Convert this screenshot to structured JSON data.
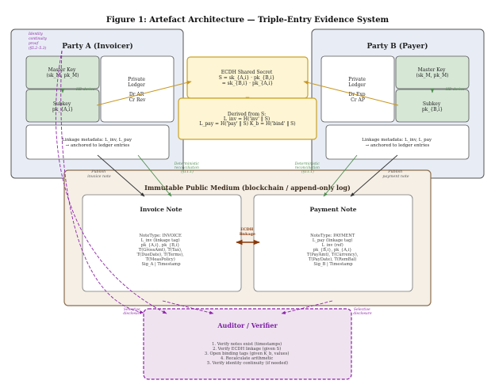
{
  "title": "Figure 1: Artefact Architecture — Triple-Entry Evidence System",
  "identity_note": [
    "Identity",
    "continuity",
    "proof",
    "(§5.2–5.3)"
  ],
  "party_a": {
    "title": "Party A (Invoicer)",
    "master_key": [
      "Master Key",
      "(sk_M, pk_M)"
    ],
    "hd_derive": "HD derive",
    "subkey": [
      "Subkey",
      "pk_{A,i}"
    ],
    "ledger": [
      "Private",
      "Ledger",
      "",
      "Dr AR",
      "Cr Rev"
    ],
    "linkage": [
      "Linkage metadata: L_inv, L_pay",
      "→ anchored to ledger entries"
    ]
  },
  "party_b": {
    "title": "Party B (Payer)",
    "master_key": [
      "Master Key",
      "(sk_M, pk_M)"
    ],
    "hd_derive": "HD derive",
    "subkey": [
      "Subkey",
      "pk_{B,i}"
    ],
    "ledger": [
      "Private",
      "Ledger",
      "",
      "Dr Exp",
      "Cr AP"
    ],
    "linkage": [
      "Linkage metadata: L_inv, L_pay",
      "→ anchored to ledger entries"
    ]
  },
  "ecdh": [
    "ECDH Shared Secret",
    "S = sk_{A,i} · pk_{B,i}",
    "= sk_{B,i} · pk_{A,i}"
  ],
  "derived": [
    "Derived from S:",
    "L_inv = H('inv' ‖ S)",
    "L_pay = H('pay' ‖ S)    K_b = H('bind' ‖ S)"
  ],
  "labels": {
    "publish_invoice": [
      "Publish",
      "invoice note"
    ],
    "publish_payment": [
      "Publish",
      "payment note"
    ],
    "det_recon_a": [
      "Deterministic",
      "reconciliation",
      "(§11.1)"
    ],
    "det_recon_b": [
      "Deterministic",
      "reconciliation",
      "(§11.1)"
    ],
    "selective_a": [
      "Selective",
      "disclosure"
    ],
    "selective_b": [
      "Selective",
      "disclosure"
    ],
    "ecdh_linkage": [
      "ECDH",
      "linkage"
    ]
  },
  "medium": {
    "title": "Immutable Public Medium  (blockchain / append-only log)",
    "invoice": {
      "title": "Invoice Note",
      "lines": [
        "NoteType: INVOICE",
        "L_inv  (linkage tag)",
        "pk_{A,i},  pk_{B,i}",
        "T(GrossAmt), T(Tax),",
        "T(DueDate), T(Terms),",
        "T(MeasPolicy)",
        "Sig_A  |  Timestamp"
      ]
    },
    "payment": {
      "title": "Payment Note",
      "lines": [
        "NoteType: PAYMENT",
        "L_pay  (linkage tag)",
        "L_inv (ref)",
        "pk_{B,i}, pk_{A,i}",
        "T(PayAmt), T(Currency),",
        "T(PayDate), T(RemBal)",
        "Sig_B  |  Timestamp"
      ]
    }
  },
  "auditor": {
    "title": "Auditor / Verifier",
    "steps": [
      "1. Verify notes exist (timestamps)",
      "2. Verify ECDH linkage (given S)",
      "3. Open binding tags (given K_b, values)",
      "4. Recalculate arithmetic",
      "5. Verify identity continuity (if needed)"
    ]
  },
  "colors": {
    "party_fill": "#e8edf5",
    "key_fill": "#d6e7d6",
    "secret_fill": "#fdf5d3",
    "secret_stroke": "#c9a227",
    "medium_fill": "#f5efe6",
    "medium_stroke": "#8b6e4e",
    "auditor_fill": "#efe3f0",
    "auditor_stroke": "#8e24aa",
    "green_arrow": "#4e8d4e",
    "gold_arrow": "#c9961f",
    "brown_arrow": "#8b3a0a"
  }
}
